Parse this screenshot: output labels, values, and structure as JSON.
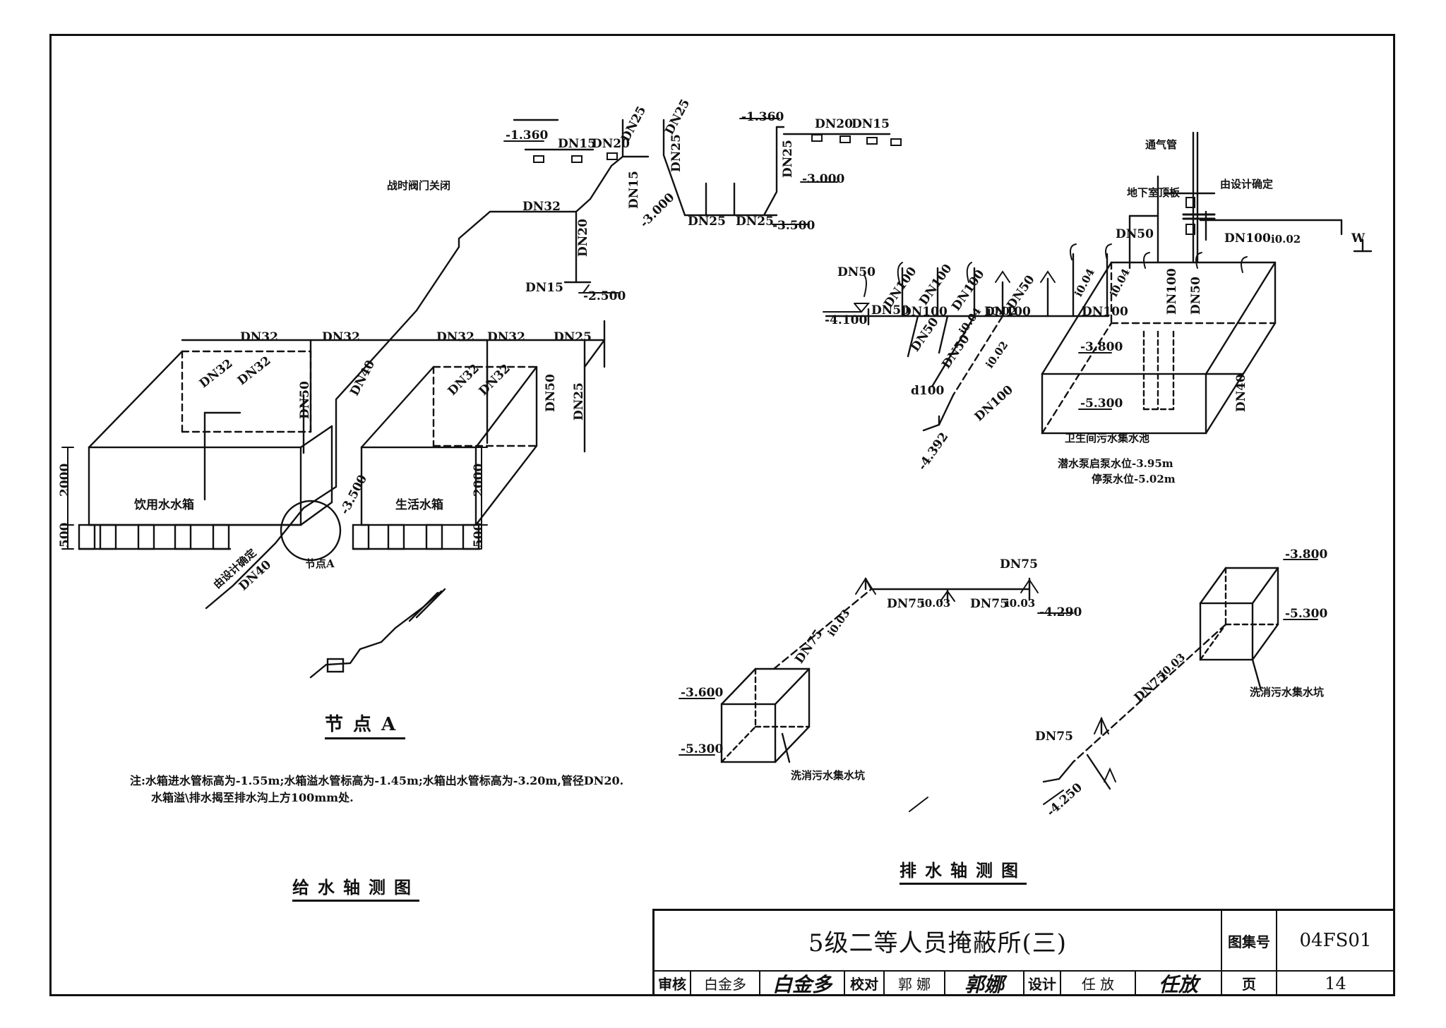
{
  "supply_diagram": {
    "title": "给水轴测图",
    "tank_drinking": "饮用水水箱",
    "tank_domestic": "生活水箱",
    "dims": [
      "2000",
      "500",
      "2000",
      "500"
    ],
    "node_a_circle": "节点A",
    "node_a_title": "节点A",
    "valve_note": "战时阀门关闭",
    "inlet_note": "由设计确定",
    "pipe_labels": [
      "DN32",
      "DN32",
      "DN32",
      "DN32",
      "DN32",
      "DN32",
      "DN32",
      "DN32",
      "DN32",
      "DN40",
      "DN40",
      "DN50",
      "DN50",
      "DN25",
      "DN25",
      "DN25",
      "DN25",
      "DN25",
      "DN25",
      "DN25",
      "DN25",
      "DN20",
      "DN20",
      "DN20",
      "DN15",
      "DN15",
      "DN15",
      "DN15"
    ],
    "elevations": [
      "-1.360",
      "-1.360",
      "-2.500",
      "-3.000",
      "-3.000",
      "-3.500",
      "-3.500"
    ],
    "notes": [
      "注:水箱进水管标高为-1.55m;水箱溢水管标高为-1.45m;水箱出水管标高为-3.20m,管径DN20.",
      "水箱溢\\排水揭至排水沟上方100mm处."
    ]
  },
  "drain_diagram": {
    "title": "排水轴测图",
    "vent_pipe": "通气管",
    "basement_roof": "地下室顶板",
    "design_note": "由设计确定",
    "sump_name": "卫生间污水集水池",
    "pump_start": "潜水泵启泵水位-3.95m",
    "pump_stop": "停泵水位-5.02m",
    "wash_pit_1": "洗消污水集水坑",
    "wash_pit_2": "洗消污水集水坑",
    "pipe_labels": [
      "DN50",
      "DN50",
      "DN50",
      "DN50",
      "DN50",
      "DN50",
      "DN50",
      "DN100",
      "DN100",
      "DN100",
      "DN100",
      "DN100",
      "DN100",
      "DN100",
      "DN100",
      "DN100",
      "DN40",
      "DN75",
      "DN75",
      "DN75",
      "DN75",
      "DN75",
      "DN75"
    ],
    "slopes": [
      "i0.02",
      "i0.04",
      "i0.04",
      "i0.04",
      "i0.02",
      "i0.02",
      "i0.03",
      "i0.03",
      "i0.03",
      "i0.03"
    ],
    "elevations": [
      "-4.100",
      "-3.800",
      "-5.300",
      "-4.392",
      "-4.290",
      "-3.600",
      "-5.300",
      "-3.800",
      "-5.300",
      "-4.250"
    ],
    "d100": "d100",
    "mark_w": "W"
  },
  "title_block": {
    "drawing_title": "5级二等人员掩蔽所(三)",
    "atlas_label": "图集号",
    "atlas_no": "04FS01",
    "review_label": "审核",
    "reviewer": "白金多",
    "reviewer_sig": "白金多",
    "check_label": "校对",
    "checker": "郭 娜",
    "checker_sig": "郭娜",
    "design_label": "设计",
    "designer": "任 放",
    "designer_sig": "任放",
    "page_label": "页",
    "page_no": "14"
  }
}
